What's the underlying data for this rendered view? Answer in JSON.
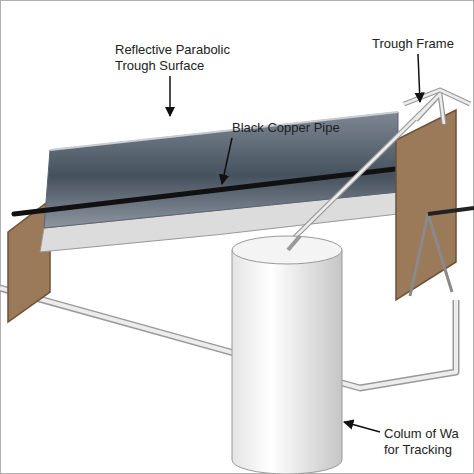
{
  "diagram": {
    "labels": [
      "Reflective Parabolic Trough Surface",
      "Trough Frame",
      "Black Copper Pipe",
      "Colum of Wa for Tracking"
    ]
  }
}
